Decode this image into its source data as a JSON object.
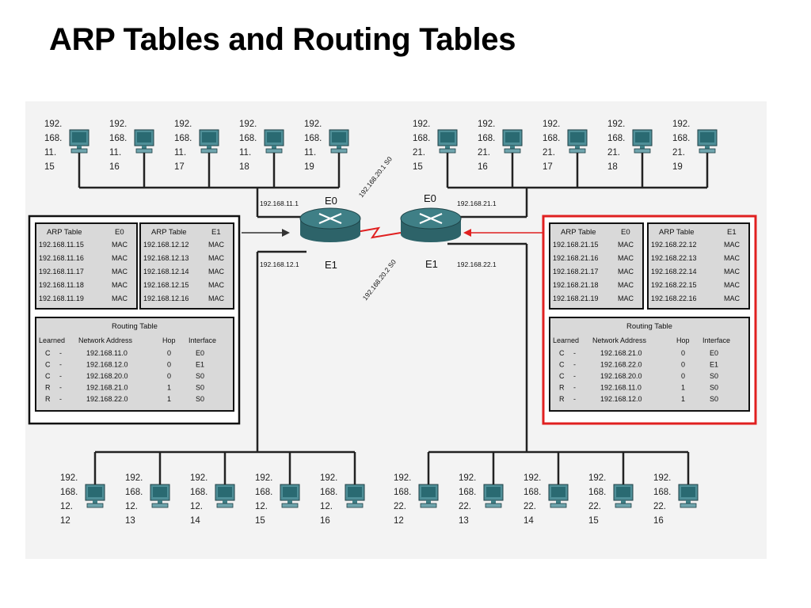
{
  "title": "ARP Tables and Routing Tables",
  "colors": {
    "highlight": "#e02020",
    "router": "#3f7f86",
    "serial": "#e02020",
    "wire": "#222222",
    "table_bg": "#d9d9d9"
  },
  "router1": {
    "e0_label": "E0",
    "e1_label": "E1",
    "e0_ip": "192.168.11.1",
    "e1_ip": "192.168.12.1",
    "s0_ip": "192.168.20.1 S0"
  },
  "router2": {
    "e0_label": "E0",
    "e1_label": "E1",
    "e0_ip": "192.168.21.1",
    "e1_ip": "192.168.22.1",
    "s0_ip": "192.168.20.2 S0"
  },
  "hosts_top_left": [
    [
      "192.",
      "168.",
      "11.",
      "15"
    ],
    [
      "192.",
      "168.",
      "11.",
      "16"
    ],
    [
      "192.",
      "168.",
      "11.",
      "17"
    ],
    [
      "192.",
      "168.",
      "11.",
      "18"
    ],
    [
      "192.",
      "168.",
      "11.",
      "19"
    ]
  ],
  "hosts_top_right": [
    [
      "192.",
      "168.",
      "21.",
      "15"
    ],
    [
      "192.",
      "168.",
      "21.",
      "16"
    ],
    [
      "192.",
      "168.",
      "21.",
      "17"
    ],
    [
      "192.",
      "168.",
      "21.",
      "18"
    ],
    [
      "192.",
      "168.",
      "21.",
      "19"
    ]
  ],
  "hosts_bottom_left": [
    [
      "192.",
      "168.",
      "12.",
      "12"
    ],
    [
      "192.",
      "168.",
      "12.",
      "13"
    ],
    [
      "192.",
      "168.",
      "12.",
      "14"
    ],
    [
      "192.",
      "168.",
      "12.",
      "15"
    ],
    [
      "192.",
      "168.",
      "12.",
      "16"
    ]
  ],
  "hosts_bottom_right": [
    [
      "192.",
      "168.",
      "22.",
      "12"
    ],
    [
      "192.",
      "168.",
      "22.",
      "13"
    ],
    [
      "192.",
      "168.",
      "22.",
      "14"
    ],
    [
      "192.",
      "168.",
      "22.",
      "15"
    ],
    [
      "192.",
      "168.",
      "22.",
      "16"
    ]
  ],
  "left_tables": {
    "arp_e0": {
      "header": [
        "ARP Table",
        "E0"
      ],
      "rows": [
        [
          "192.168.11.15",
          "MAC"
        ],
        [
          "192.168.11.16",
          "MAC"
        ],
        [
          "192.168.11.17",
          "MAC"
        ],
        [
          "192.168.11.18",
          "MAC"
        ],
        [
          "192.168.11.19",
          "MAC"
        ]
      ]
    },
    "arp_e1": {
      "header": [
        "ARP Table",
        "E1"
      ],
      "rows": [
        [
          "192.168.12.12",
          "MAC"
        ],
        [
          "192.168.12.13",
          "MAC"
        ],
        [
          "192.168.12.14",
          "MAC"
        ],
        [
          "192.168.12.15",
          "MAC"
        ],
        [
          "192.168.12.16",
          "MAC"
        ]
      ]
    },
    "routing": {
      "title": "Routing Table",
      "columns": [
        "Learned",
        "Network Address",
        "Hop",
        "Interface"
      ],
      "rows": [
        [
          "C",
          "-",
          "192.168.11.0",
          "0",
          "E0"
        ],
        [
          "C",
          "-",
          "192.168.12.0",
          "0",
          "E1"
        ],
        [
          "C",
          "-",
          "192.168.20.0",
          "0",
          "S0"
        ],
        [
          "R",
          "-",
          "192.168.21.0",
          "1",
          "S0"
        ],
        [
          "R",
          "-",
          "192.168.22.0",
          "1",
          "S0"
        ]
      ]
    }
  },
  "right_tables": {
    "arp_e0": {
      "header": [
        "ARP Table",
        "E0"
      ],
      "rows": [
        [
          "192.168.21.15",
          "MAC"
        ],
        [
          "192.168.21.16",
          "MAC"
        ],
        [
          "192.168.21.17",
          "MAC"
        ],
        [
          "192.168.21.18",
          "MAC"
        ],
        [
          "192.168.21.19",
          "MAC"
        ]
      ]
    },
    "arp_e1": {
      "header": [
        "ARP Table",
        "E1"
      ],
      "rows": [
        [
          "192.168.22.12",
          "MAC"
        ],
        [
          "192.168.22.13",
          "MAC"
        ],
        [
          "192.168.22.14",
          "MAC"
        ],
        [
          "192.168.22.15",
          "MAC"
        ],
        [
          "192.168.22.16",
          "MAC"
        ]
      ]
    },
    "routing": {
      "title": "Routing Table",
      "columns": [
        "Learned",
        "Network Address",
        "Hop",
        "Interface"
      ],
      "rows": [
        [
          "C",
          "-",
          "192.168.21.0",
          "0",
          "E0"
        ],
        [
          "C",
          "-",
          "192.168.22.0",
          "0",
          "E1"
        ],
        [
          "C",
          "-",
          "192.168.20.0",
          "0",
          "S0"
        ],
        [
          "R",
          "-",
          "192.168.11.0",
          "1",
          "S0"
        ],
        [
          "R",
          "-",
          "192.168.12.0",
          "1",
          "S0"
        ]
      ]
    }
  }
}
